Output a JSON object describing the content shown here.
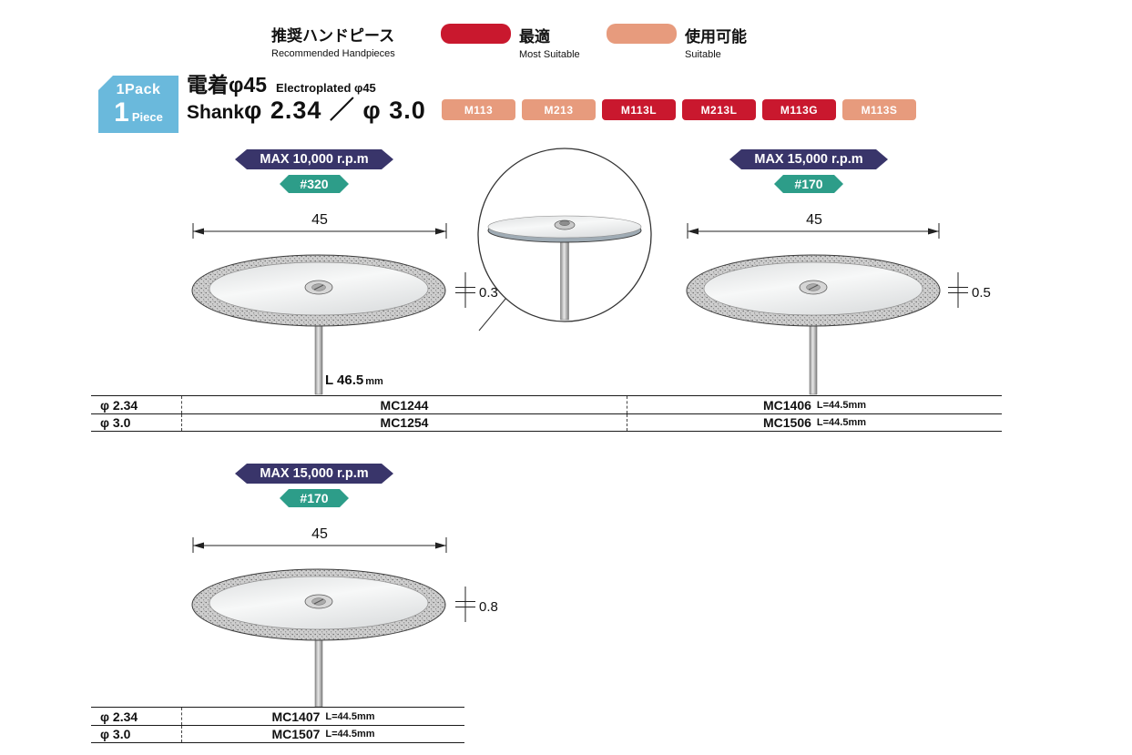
{
  "legend": {
    "title_jp": "推奨ハンドピース",
    "title_en": "Recommended Handpieces",
    "items": [
      {
        "label_jp": "最適",
        "label_en": "Most Suitable",
        "color": "#c9182e"
      },
      {
        "label_jp": "使用可能",
        "label_en": "Suitable",
        "color": "#e79b7d"
      }
    ]
  },
  "pack_badge": {
    "pack": "1Pack",
    "piece_count": "1",
    "piece_label": "Piece",
    "color": "#6ab9dc"
  },
  "product": {
    "title_jp": "電着φ45",
    "title_en": "Electroplated φ45",
    "shank_label": "Shank",
    "shank_sizes": "φ 2.34 ／ φ 3.0"
  },
  "handpieces": [
    {
      "label": "M113",
      "suitability": "suitable"
    },
    {
      "label": "M213",
      "suitability": "suitable"
    },
    {
      "label": "M113L",
      "suitability": "most-suitable"
    },
    {
      "label": "M213L",
      "suitability": "most-suitable"
    },
    {
      "label": "M113G",
      "suitability": "most-suitable"
    },
    {
      "label": "M113S",
      "suitability": "suitable"
    }
  ],
  "diagrams": {
    "disc1": {
      "max_rpm": "MAX 10,000 r.p.m",
      "grit": "#320",
      "diameter": "45",
      "thickness": "0.3",
      "shank_length": "L 46.5",
      "shank_length_unit": "mm"
    },
    "disc2": {
      "max_rpm": "MAX 15,000 r.p.m",
      "grit": "#170",
      "diameter": "45",
      "thickness": "0.5"
    },
    "disc3": {
      "max_rpm": "MAX 15,000 r.p.m",
      "grit": "#170",
      "diameter": "45",
      "thickness": "0.8"
    }
  },
  "tables": {
    "main": {
      "rows": [
        {
          "shank_dia": "φ 2.34",
          "model_left": "MC1244",
          "model_right": "MC1406",
          "model_right_len": "L=44.5mm"
        },
        {
          "shank_dia": "φ 3.0",
          "model_left": "MC1254",
          "model_right": "MC1506",
          "model_right_len": "L=44.5mm"
        }
      ]
    },
    "bottom": {
      "rows": [
        {
          "shank_dia": "φ 2.34",
          "model": "MC1407",
          "model_len": "L=44.5mm"
        },
        {
          "shank_dia": "φ 3.0",
          "model": "MC1507",
          "model_len": "L=44.5mm"
        }
      ]
    }
  },
  "colors": {
    "most_suitable": "#c9182e",
    "suitable": "#e79b7d",
    "rpm_banner": "#39356a",
    "grit_badge": "#2d9d89",
    "pack_badge": "#6ab9dc"
  }
}
